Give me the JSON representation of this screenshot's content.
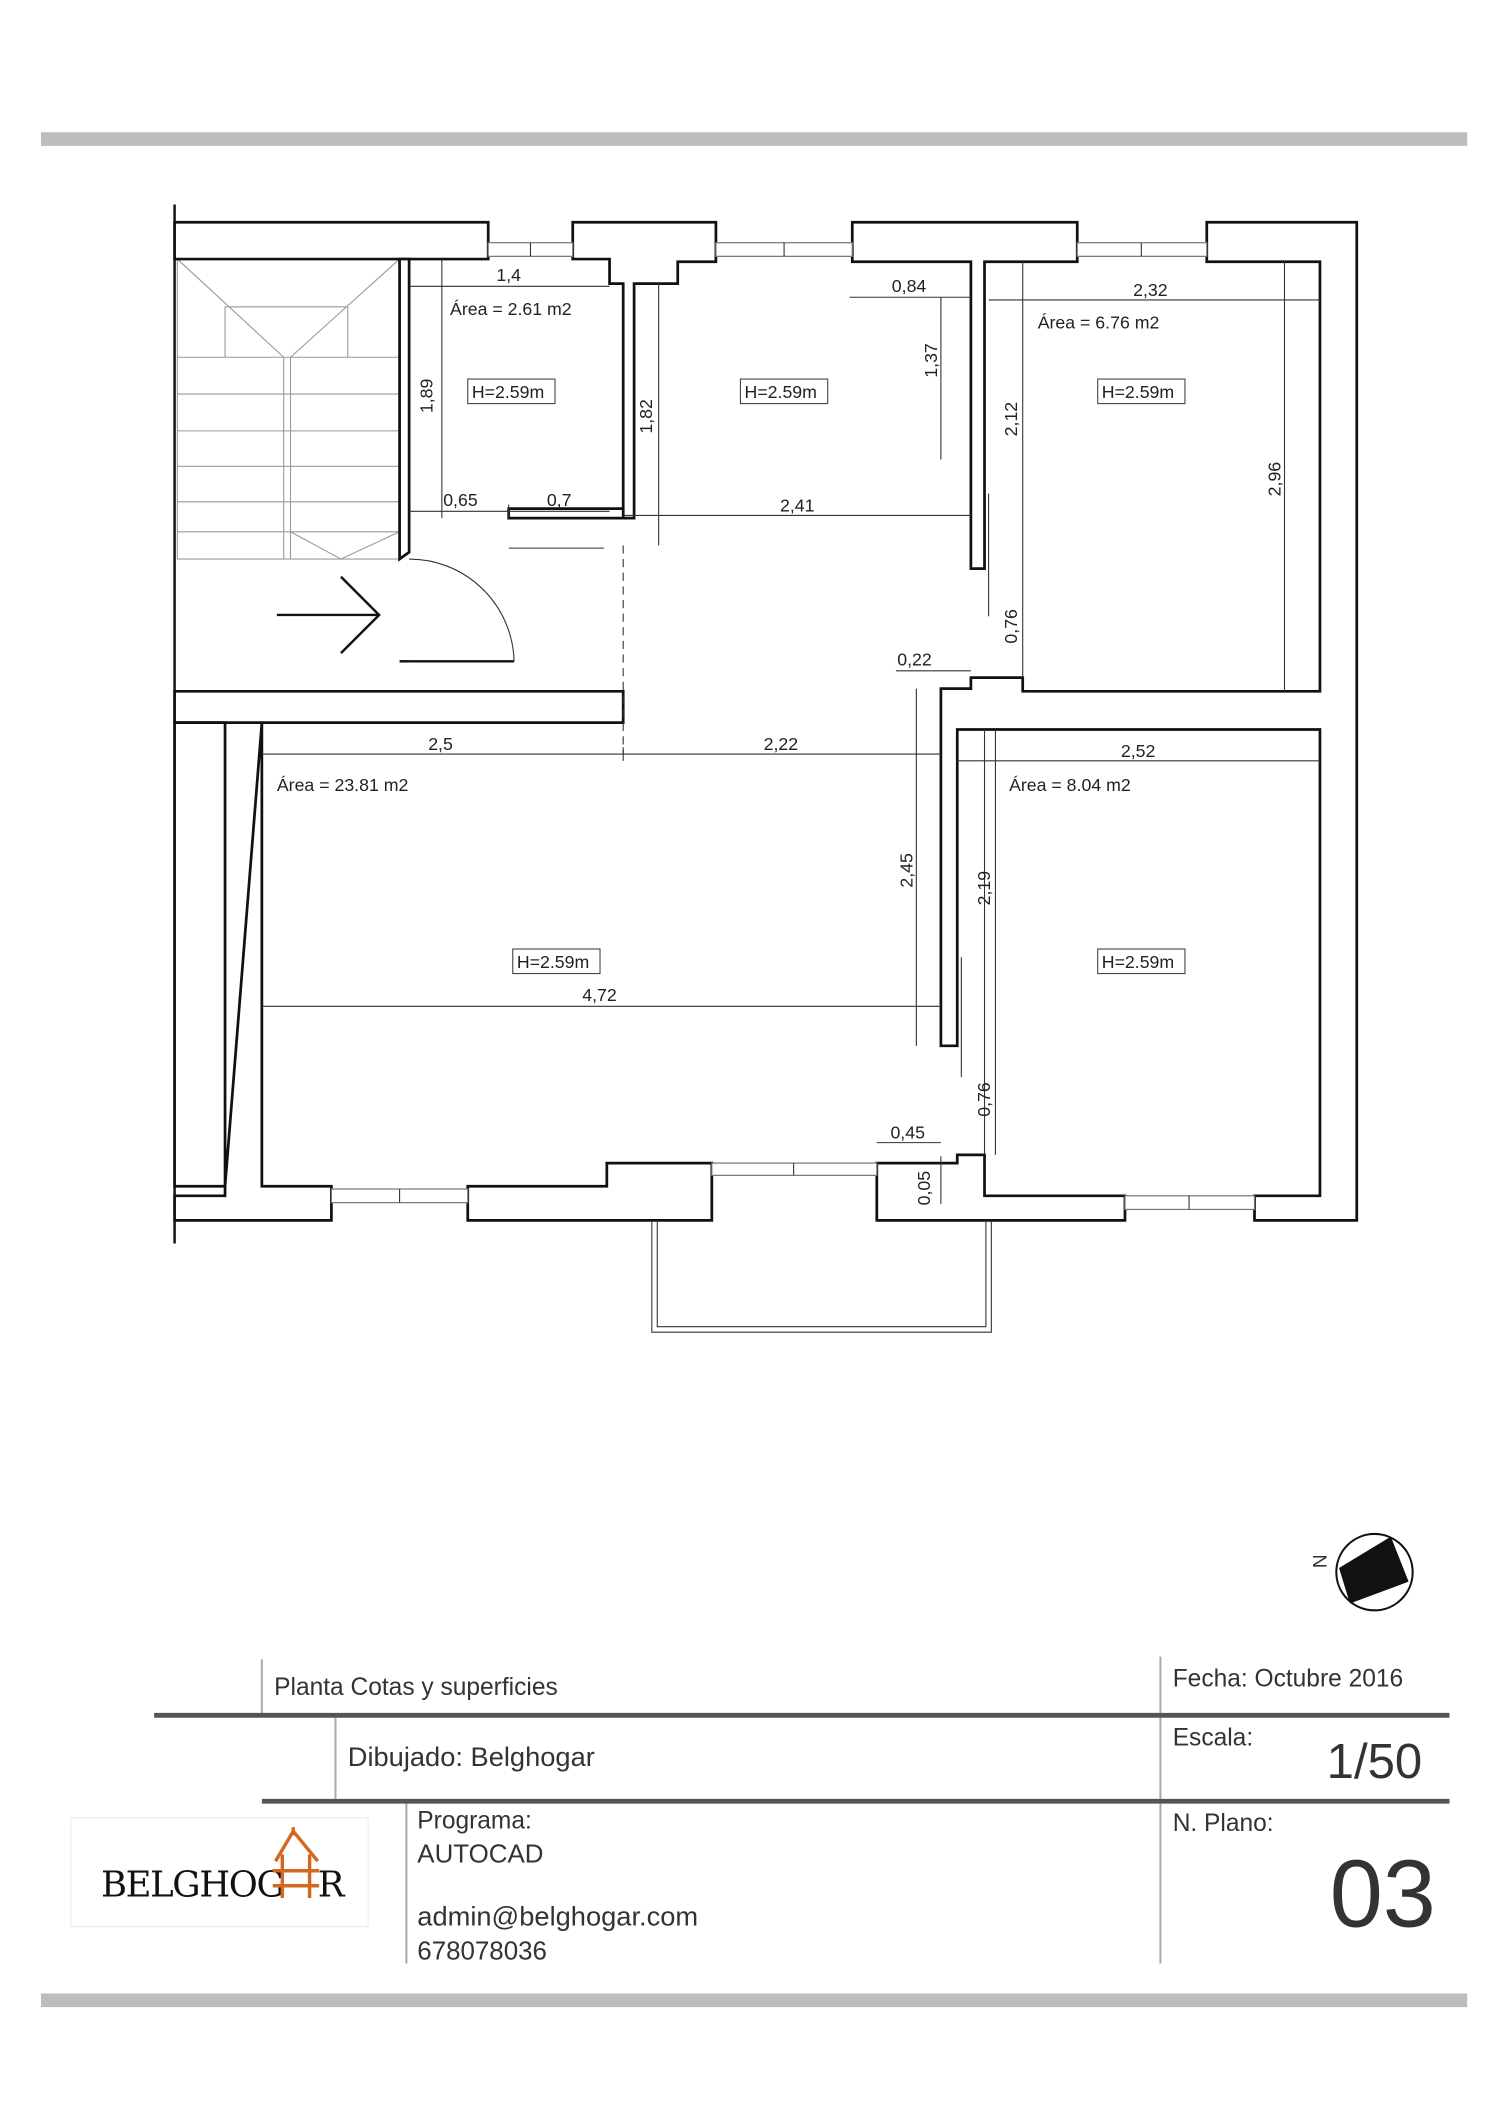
{
  "plan": {
    "rooms": [
      {
        "area": "Área = 2.61 m2",
        "height": "H=2.59m"
      },
      {
        "height": "H=2.59m"
      },
      {
        "area": "Área = 6.76 m2",
        "height": "H=2.59m"
      },
      {
        "area": "Área = 23.81 m2",
        "height": "H=2.59m"
      },
      {
        "area": "Área = 8.04 m2",
        "height": "H=2.59m"
      }
    ],
    "dimensions": {
      "d1_4": "1,4",
      "d1_89": "1,89",
      "d0_65": "0,65",
      "d0_7": "0,7",
      "d1_82": "1,82",
      "d0_84": "0,84",
      "d1_37": "1,37",
      "d2_41": "2,41",
      "d2_32": "2,32",
      "d2_12": "2,12",
      "d2_96": "2,96",
      "d0_76a": "0,76",
      "d0_22": "0,22",
      "d2_5": "2,5",
      "d2_22": "2,22",
      "d2_52": "2,52",
      "d2_45": "2,45",
      "d2_19": "2,19",
      "d4_72": "4,72",
      "d0_76b": "0,76",
      "d0_45": "0,45",
      "d0_05": "0,05"
    },
    "north_label": "N"
  },
  "title_block": {
    "title": "Planta Cotas y superficies",
    "drawn_by": "Dibujado: Belghogar",
    "program_label": "Programa:",
    "program": "AUTOCAD",
    "email": "admin@belghogar.com",
    "phone": "678078036",
    "date": "Fecha: Octubre 2016",
    "scale_label": "Escala:",
    "scale": "1/50",
    "plan_no_label": "N. Plano:",
    "plan_no": "03",
    "logo_text": "BELGHOGAR"
  },
  "colors": {
    "bar": "#bdbdbd",
    "rule": "#555555",
    "logo_accent": "#d2691e"
  }
}
